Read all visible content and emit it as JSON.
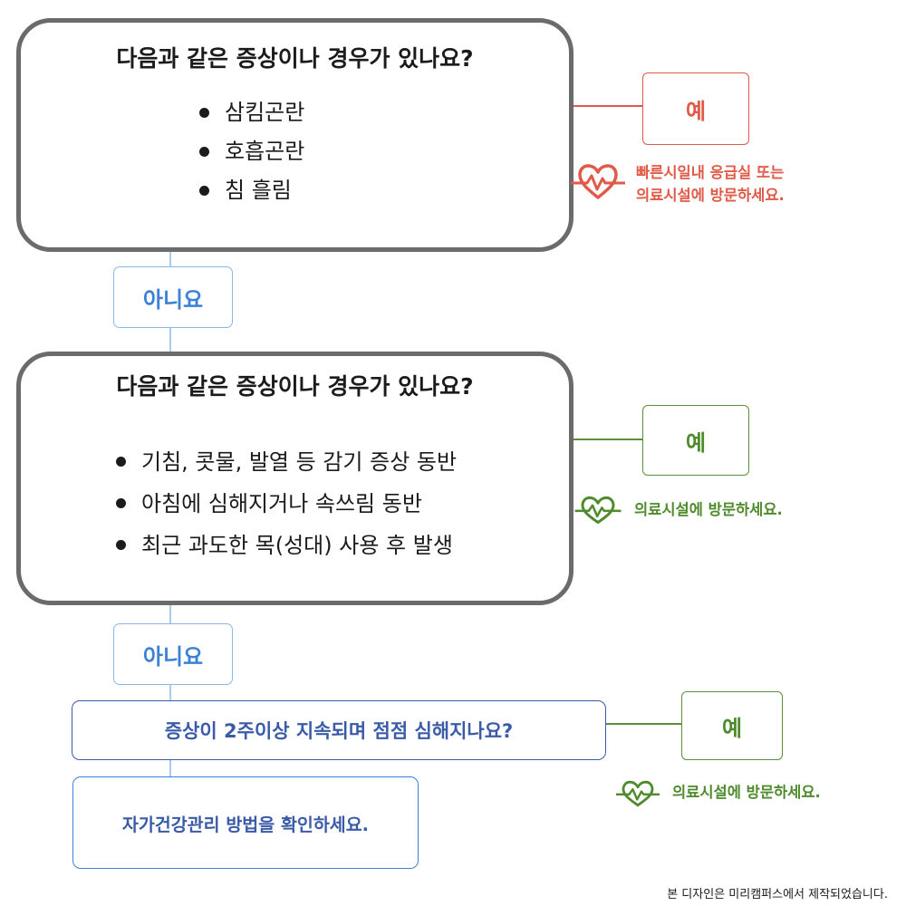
{
  "question1": {
    "title": "다음과 같은 증상이나 경우가 있나요?",
    "items": [
      "삼킴곤란",
      "호흡곤란",
      "침 흘림"
    ]
  },
  "answer1": {
    "yes_label": "예",
    "advice": [
      "빠른시일내 응급실 또는",
      "의료시설에 방문하세요."
    ],
    "accent_color": "#e05a47"
  },
  "no1_label": "아니요",
  "question2": {
    "title": "다음과 같은 증상이나 경우가 있나요?",
    "items": [
      "기침, 콧물, 발열 등 감기 증상 동반",
      "아침에 심해지거나 속쓰림 동반",
      "최근 과도한 목(성대) 사용 후 발생"
    ]
  },
  "answer2": {
    "yes_label": "예",
    "advice": "의료시설에 방문하세요.",
    "accent_color": "#4f8a2c"
  },
  "no2_label": "아니요",
  "question3": {
    "title": "증상이 2주이상 지속되며 점점 심해지나요?"
  },
  "answer3": {
    "yes_label": "예",
    "advice": "의료시설에 방문하세요."
  },
  "self_care": "자가건강관리 방법을 확인하세요.",
  "footer": "본 디자인은 미리캠퍼스에서 제작되었습니다.",
  "icons": {
    "advice_icon": "heart-pulse-icon"
  },
  "colors": {
    "no_box": "#3b82d6",
    "question3": "#3a5ba8",
    "card_border": "#6b6b6b"
  }
}
